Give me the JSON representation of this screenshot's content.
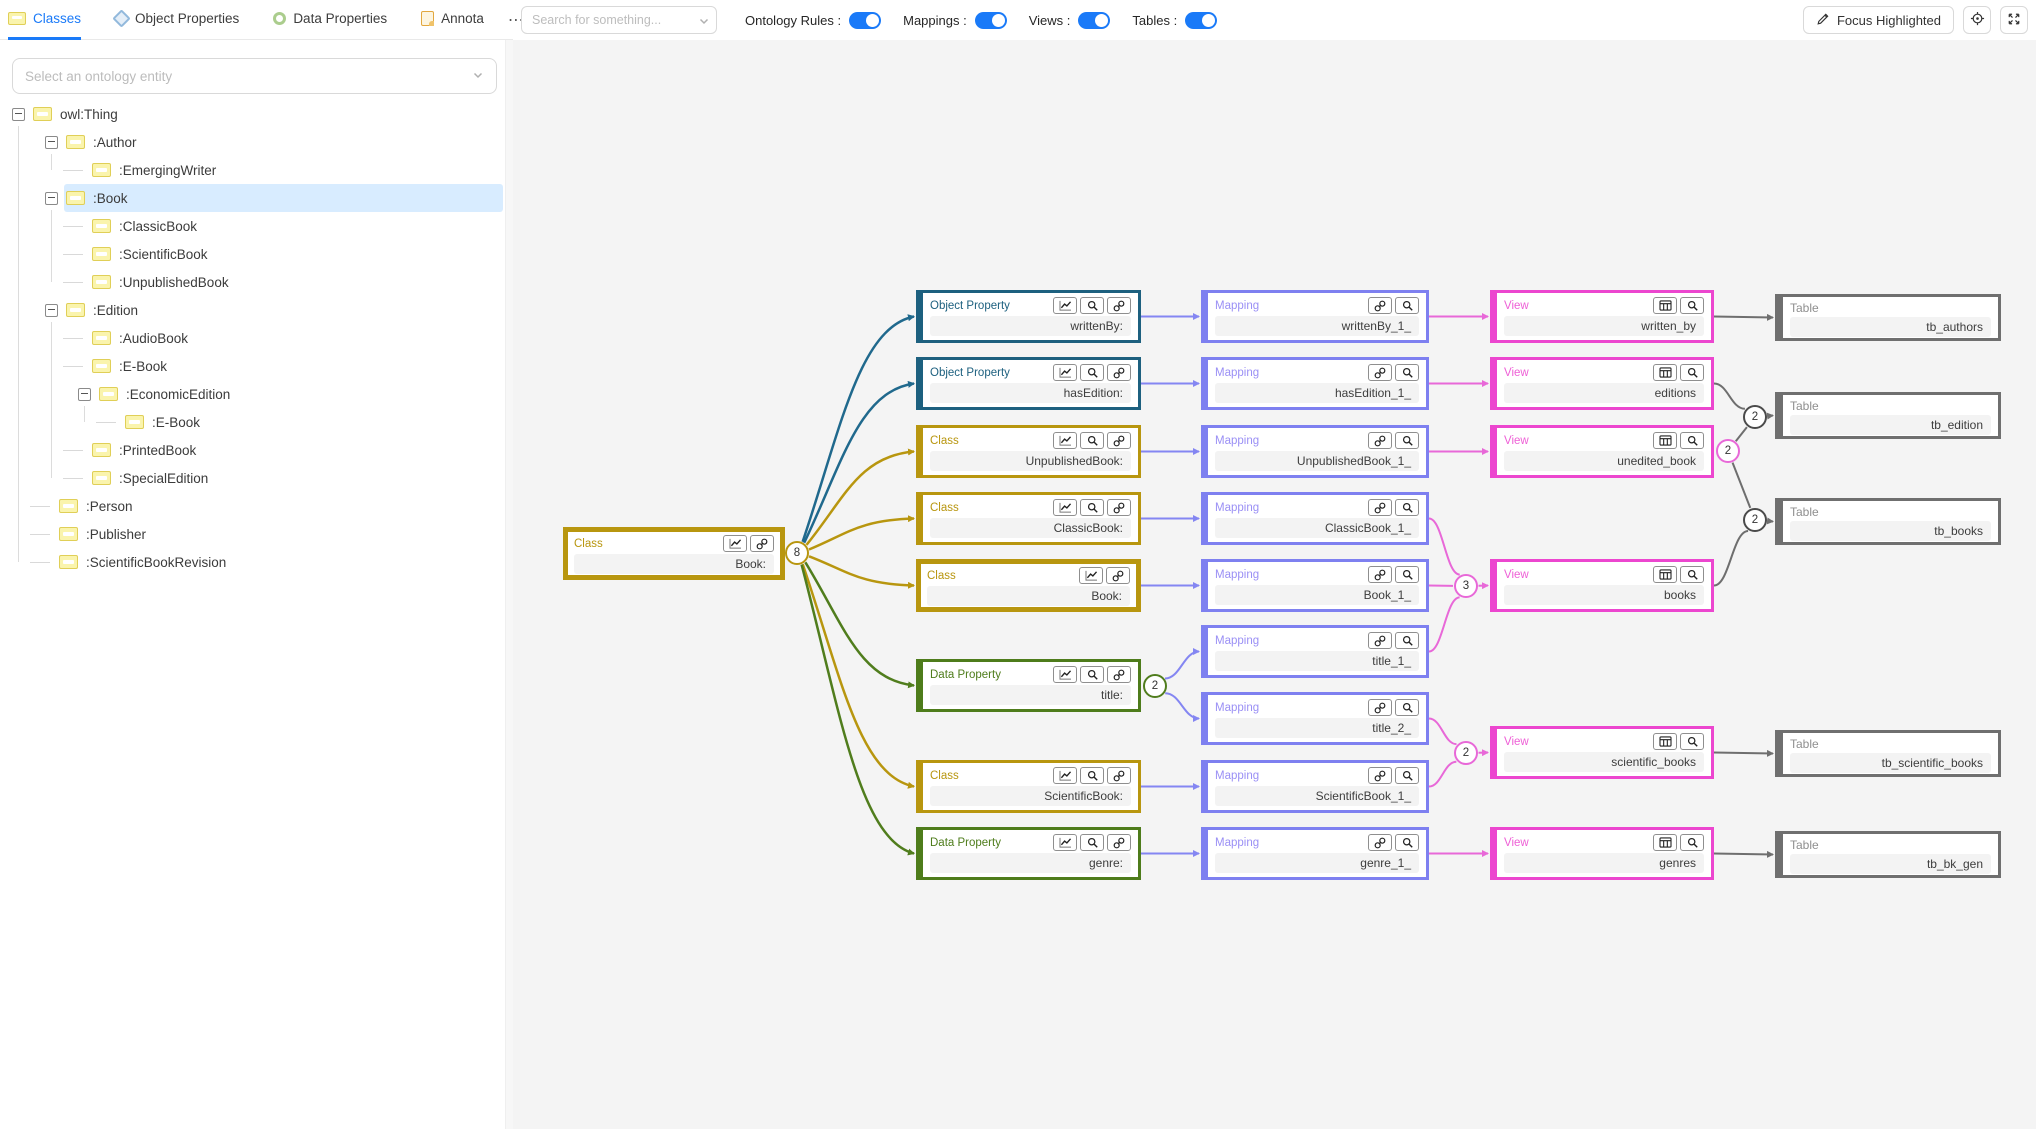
{
  "header": {
    "tabs": [
      {
        "label": "Classes",
        "icon": "classes",
        "active": true
      },
      {
        "label": "Object Properties",
        "icon": "object-properties",
        "active": false
      },
      {
        "label": "Data Properties",
        "icon": "data-properties",
        "active": false
      },
      {
        "label": "Annota",
        "icon": "annotations",
        "active": false
      }
    ],
    "tabs_more": "⋯",
    "search": {
      "placeholder": "Search for something..."
    },
    "toggles": [
      {
        "label": "Ontology Rules :",
        "on": true
      },
      {
        "label": "Mappings :",
        "on": true
      },
      {
        "label": "Views :",
        "on": true
      },
      {
        "label": "Tables :",
        "on": true
      }
    ],
    "focus_label": "Focus Highlighted"
  },
  "sidebar": {
    "select_placeholder": "Select an ontology entity",
    "tree": [
      {
        "label": "owl:Thing",
        "children": [
          {
            "label": ":Author",
            "children": [
              {
                "label": ":EmergingWriter"
              }
            ]
          },
          {
            "label": ":Book",
            "selected": true,
            "children": [
              {
                "label": ":ClassicBook"
              },
              {
                "label": ":ScientificBook"
              },
              {
                "label": ":UnpublishedBook"
              }
            ]
          },
          {
            "label": ":Edition",
            "children": [
              {
                "label": ":AudioBook"
              },
              {
                "label": ":E-Book"
              },
              {
                "label": ":EconomicEdition",
                "children": [
                  {
                    "label": ":E-Book"
                  }
                ]
              },
              {
                "label": ":PrintedBook"
              },
              {
                "label": ":SpecialEdition"
              }
            ]
          },
          {
            "label": ":Person"
          },
          {
            "label": ":Publisher"
          },
          {
            "label": ":ScientificBookRevision"
          }
        ]
      }
    ]
  },
  "node_type_labels": {
    "class": "Class",
    "object_property": "Object Property",
    "data_property": "Data Property",
    "mapping": "Mapping",
    "view": "View",
    "table": "Table"
  },
  "graph": {
    "nodes": [
      {
        "id": "book_main",
        "type": "class",
        "label": "Book:",
        "icons": [
          "chart",
          "link"
        ],
        "highlighted": true
      },
      {
        "id": "writtenBy",
        "type": "object_property",
        "label": "writtenBy:",
        "icons": [
          "chart",
          "magnifier",
          "link"
        ]
      },
      {
        "id": "hasEdition",
        "type": "object_property",
        "label": "hasEdition:",
        "icons": [
          "chart",
          "magnifier",
          "link"
        ]
      },
      {
        "id": "unpublishedBook",
        "type": "class",
        "label": "UnpublishedBook:",
        "icons": [
          "chart",
          "magnifier",
          "link"
        ]
      },
      {
        "id": "classicBook",
        "type": "class",
        "label": "ClassicBook:",
        "icons": [
          "chart",
          "magnifier",
          "link"
        ]
      },
      {
        "id": "book2",
        "type": "class",
        "label": "Book:",
        "icons": [
          "chart",
          "link"
        ],
        "highlighted": true
      },
      {
        "id": "title",
        "type": "data_property",
        "label": "title:",
        "icons": [
          "chart",
          "magnifier",
          "link"
        ]
      },
      {
        "id": "scientificBook",
        "type": "class",
        "label": "ScientificBook:",
        "icons": [
          "chart",
          "magnifier",
          "link"
        ]
      },
      {
        "id": "genre",
        "type": "data_property",
        "label": "genre:",
        "icons": [
          "chart",
          "magnifier",
          "link"
        ]
      },
      {
        "id": "m_writtenBy",
        "type": "mapping",
        "label": "writtenBy_1_",
        "icons": [
          "link",
          "magnifier"
        ]
      },
      {
        "id": "m_hasEdition",
        "type": "mapping",
        "label": "hasEdition_1_",
        "icons": [
          "link",
          "magnifier"
        ]
      },
      {
        "id": "m_unpublished",
        "type": "mapping",
        "label": "UnpublishedBook_1_",
        "icons": [
          "link",
          "magnifier"
        ]
      },
      {
        "id": "m_classic",
        "type": "mapping",
        "label": "ClassicBook_1_",
        "icons": [
          "link",
          "magnifier"
        ]
      },
      {
        "id": "m_book",
        "type": "mapping",
        "label": "Book_1_",
        "icons": [
          "link",
          "magnifier"
        ]
      },
      {
        "id": "m_title1",
        "type": "mapping",
        "label": "title_1_",
        "icons": [
          "link",
          "magnifier"
        ]
      },
      {
        "id": "m_title2",
        "type": "mapping",
        "label": "title_2_",
        "icons": [
          "link",
          "magnifier"
        ]
      },
      {
        "id": "m_scibook",
        "type": "mapping",
        "label": "ScientificBook_1_",
        "icons": [
          "link",
          "magnifier"
        ]
      },
      {
        "id": "m_genre",
        "type": "mapping",
        "label": "genre_1_",
        "icons": [
          "link",
          "magnifier"
        ]
      },
      {
        "id": "v_written_by",
        "type": "view",
        "label": "written_by",
        "icons": [
          "table",
          "magnifier"
        ]
      },
      {
        "id": "v_editions",
        "type": "view",
        "label": "editions",
        "icons": [
          "table",
          "magnifier"
        ]
      },
      {
        "id": "v_unedited",
        "type": "view",
        "label": "unedited_book",
        "icons": [
          "table",
          "magnifier"
        ]
      },
      {
        "id": "v_books",
        "type": "view",
        "label": "books",
        "icons": [
          "table",
          "magnifier"
        ]
      },
      {
        "id": "v_scibooks",
        "type": "view",
        "label": "scientific_books",
        "icons": [
          "table",
          "magnifier"
        ]
      },
      {
        "id": "v_genres",
        "type": "view",
        "label": "genres",
        "icons": [
          "table",
          "magnifier"
        ]
      },
      {
        "id": "t_authors",
        "type": "table",
        "label": "tb_authors",
        "icons": []
      },
      {
        "id": "t_edition",
        "type": "table",
        "label": "tb_edition",
        "icons": []
      },
      {
        "id": "t_books",
        "type": "table",
        "label": "tb_books",
        "icons": []
      },
      {
        "id": "t_scibooks",
        "type": "table",
        "label": "tb_scientific_books",
        "icons": []
      },
      {
        "id": "t_bkgen",
        "type": "table",
        "label": "tb_bk_gen",
        "icons": []
      }
    ],
    "badges": [
      {
        "id": "b8",
        "label": "8",
        "color": "class"
      },
      {
        "id": "b2_title",
        "label": "2",
        "color": "data_property"
      },
      {
        "id": "b3_books",
        "label": "3",
        "color": "view"
      },
      {
        "id": "b2_sci",
        "label": "2",
        "color": "view"
      },
      {
        "id": "b2_unedited",
        "label": "2",
        "color": "view"
      },
      {
        "id": "b2_edition",
        "label": "2",
        "color": "table_dark"
      },
      {
        "id": "b2_books",
        "label": "2",
        "color": "table_dark"
      }
    ],
    "edges": [
      {
        "from": "b8",
        "to": "writtenBy",
        "color": "object_property",
        "style": "fan",
        "arrow": true
      },
      {
        "from": "b8",
        "to": "hasEdition",
        "color": "object_property",
        "style": "fan",
        "arrow": true
      },
      {
        "from": "b8",
        "to": "unpublishedBook",
        "color": "class",
        "style": "fan",
        "arrow": true
      },
      {
        "from": "b8",
        "to": "classicBook",
        "color": "class",
        "style": "fan",
        "arrow": true
      },
      {
        "from": "b8",
        "to": "book2",
        "color": "class",
        "style": "fan",
        "arrow": true
      },
      {
        "from": "b8",
        "to": "title",
        "color": "data_property",
        "style": "fan",
        "arrow": true
      },
      {
        "from": "b8",
        "to": "scientificBook",
        "color": "class",
        "style": "fan",
        "arrow": true
      },
      {
        "from": "b8",
        "to": "genre",
        "color": "data_property",
        "style": "fan",
        "arrow": true
      },
      {
        "from": "writtenBy",
        "to": "m_writtenBy",
        "color": "mapping",
        "arrow": true
      },
      {
        "from": "hasEdition",
        "to": "m_hasEdition",
        "color": "mapping",
        "arrow": true
      },
      {
        "from": "unpublishedBook",
        "to": "m_unpublished",
        "color": "mapping",
        "arrow": true
      },
      {
        "from": "classicBook",
        "to": "m_classic",
        "color": "mapping",
        "arrow": true
      },
      {
        "from": "book2",
        "to": "m_book",
        "color": "mapping",
        "arrow": true
      },
      {
        "from": "b2_title",
        "to": "m_title1",
        "color": "mapping",
        "arrow": true
      },
      {
        "from": "b2_title",
        "to": "m_title2",
        "color": "mapping",
        "arrow": true
      },
      {
        "from": "scientificBook",
        "to": "m_scibook",
        "color": "mapping",
        "arrow": true
      },
      {
        "from": "genre",
        "to": "m_genre",
        "color": "mapping",
        "arrow": true
      },
      {
        "from": "m_writtenBy",
        "to": "v_written_by",
        "color": "view",
        "arrow": true
      },
      {
        "from": "m_hasEdition",
        "to": "v_editions",
        "color": "view",
        "arrow": true
      },
      {
        "from": "m_unpublished",
        "to": "v_unedited",
        "color": "view",
        "arrow": true
      },
      {
        "from": "m_classic",
        "to": "b3_books",
        "color": "view"
      },
      {
        "from": "m_book",
        "to": "b3_books",
        "color": "view"
      },
      {
        "from": "m_title1",
        "to": "b3_books",
        "color": "view"
      },
      {
        "from": "b3_books",
        "to": "v_books",
        "color": "view",
        "arrow": true
      },
      {
        "from": "m_title2",
        "to": "b2_sci",
        "color": "view"
      },
      {
        "from": "m_scibook",
        "to": "b2_sci",
        "color": "view"
      },
      {
        "from": "b2_sci",
        "to": "v_scibooks",
        "color": "view",
        "arrow": true
      },
      {
        "from": "m_genre",
        "to": "v_genres",
        "color": "view",
        "arrow": true
      },
      {
        "from": "v_written_by",
        "to": "t_authors",
        "color": "edge_gray",
        "arrow": true
      },
      {
        "from": "v_editions",
        "to": "b2_edition",
        "color": "edge_gray"
      },
      {
        "from": "b2_unedited",
        "to": "b2_edition",
        "color": "edge_gray"
      },
      {
        "from": "b2_unedited",
        "to": "b2_books",
        "color": "edge_gray"
      },
      {
        "from": "v_books",
        "to": "b2_books",
        "color": "edge_gray"
      },
      {
        "from": "b2_edition",
        "to": "t_edition",
        "color": "edge_gray",
        "arrow": true
      },
      {
        "from": "b2_books",
        "to": "t_books",
        "color": "edge_gray",
        "arrow": true
      },
      {
        "from": "v_scibooks",
        "to": "t_scibooks",
        "color": "edge_gray",
        "arrow": true
      },
      {
        "from": "v_genres",
        "to": "t_bkgen",
        "color": "edge_gray",
        "arrow": true
      }
    ]
  },
  "colors": {
    "accent_blue": "#1a7af8",
    "class": "#b8960f",
    "object_property": "#20698d",
    "data_property": "#507d1d",
    "mapping": "#8486f2",
    "view": "#e868d8",
    "edge_gray": "#6e6e6e",
    "table_dark": "#4a4a4a",
    "selected_row": "#d8ecff",
    "canvas": "#f4f4f4"
  }
}
